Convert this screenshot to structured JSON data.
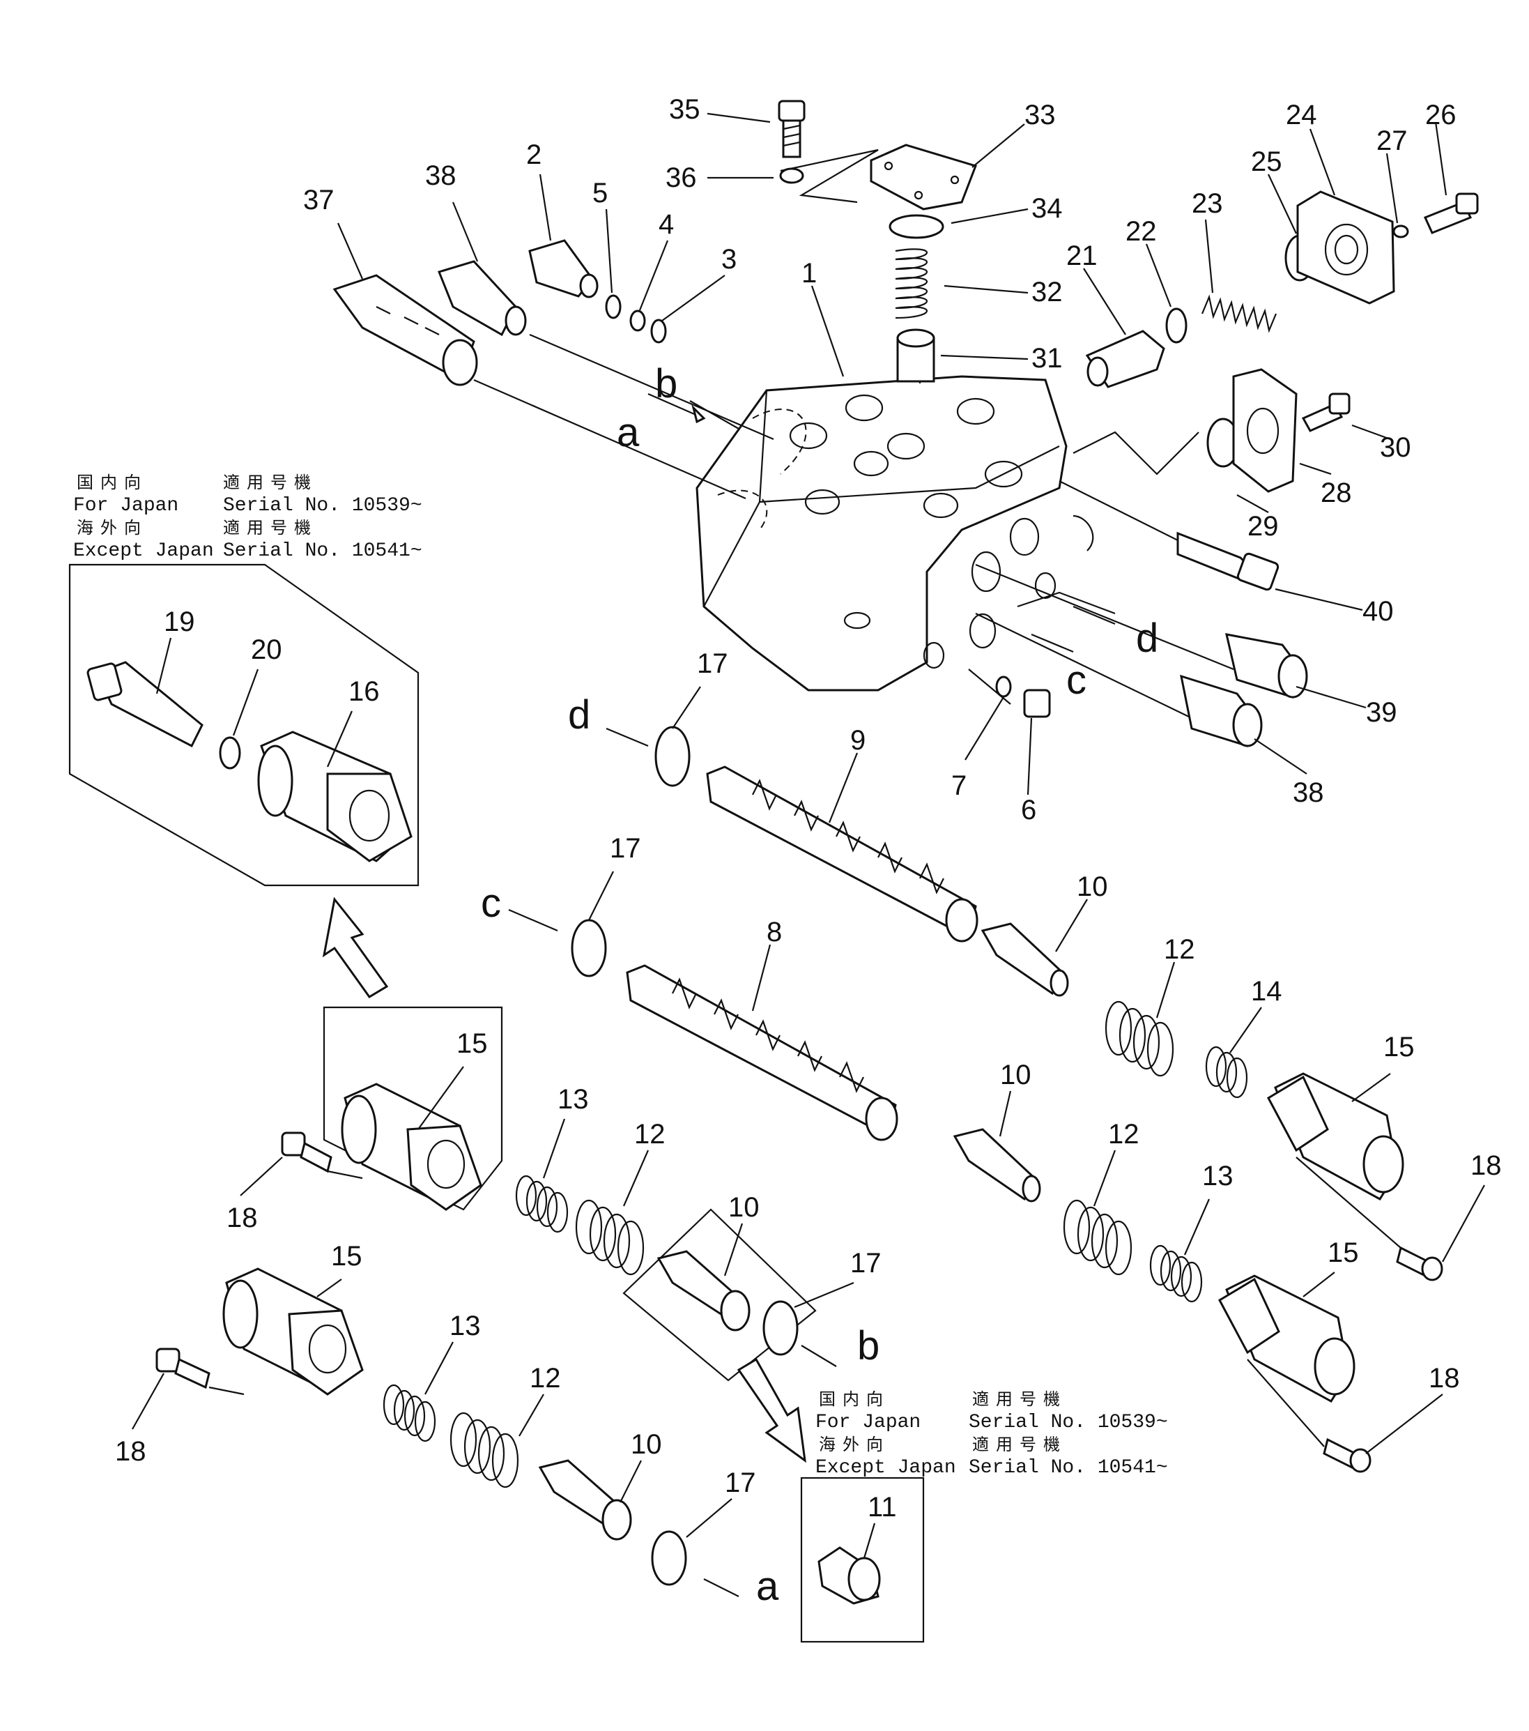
{
  "callouts": {
    "c35": "35",
    "c36": "36",
    "c33": "33",
    "c34": "34",
    "c32": "32",
    "c31": "31",
    "c24": "24",
    "c26": "26",
    "c27": "27",
    "c25": "25",
    "c23": "23",
    "c22": "22",
    "c21": "21",
    "c30": "30",
    "c28": "28",
    "c29": "29",
    "c40": "40",
    "c39": "39",
    "c38b": "38",
    "c1": "1",
    "c2": "2",
    "c5": "5",
    "c4": "4",
    "c3": "3",
    "c38a": "38",
    "c37": "37",
    "c7": "7",
    "c6": "6",
    "c17a": "17",
    "c9": "9",
    "c17b": "17",
    "c8": "8",
    "c10a": "10",
    "c12a": "12",
    "c14": "14",
    "c15a": "15",
    "c18a": "18",
    "c10b": "10",
    "c12b": "12",
    "c13a": "13",
    "c15b": "15",
    "c18b": "18",
    "c19": "19",
    "c20": "20",
    "c16": "16",
    "c15c": "15",
    "c18c": "18",
    "c13b": "13",
    "c12c": "12",
    "c10c": "10",
    "c17c": "17",
    "c15d": "15",
    "c18d": "18",
    "c13c": "13",
    "c12d": "12",
    "c10d": "10",
    "c17d": "17",
    "c11": "11"
  },
  "flow_letters": {
    "a1": "a",
    "b1": "b",
    "c1": "c",
    "d1": "d",
    "a2": "a",
    "b2": "b",
    "c2": "c",
    "d2": "d"
  },
  "notes": {
    "left": {
      "jp1": "国内向",
      "jp1b": "適用号機",
      "en1": "For Japan",
      "ser1": "Serial No. 10539~",
      "jp2": "海外向",
      "jp2b": "適用号機",
      "en2": "Except Japan",
      "ser2": "Serial No. 10541~"
    },
    "bottom": {
      "jp1": "国内向",
      "jp1b": "適用号機",
      "en1": "For Japan",
      "ser1": "Serial No. 10539~",
      "jp2": "海外向",
      "jp2b": "適用号機",
      "en2": "Except Japan",
      "ser2": "Serial No. 10541~"
    }
  }
}
